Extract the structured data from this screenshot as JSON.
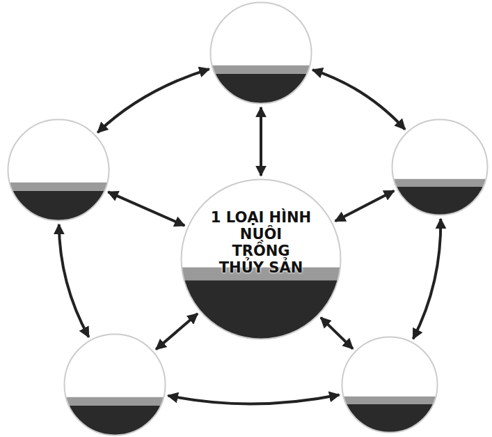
{
  "diagram": {
    "nodes": [
      {
        "text": [
          "1 LOẠI HÌNH NUÔI TRỒNG THỦY SẢN"
        ]
      },
      {
        "text": []
      },
      {
        "text": []
      },
      {
        "text": []
      },
      {
        "text": []
      },
      {
        "text": []
      }
    ],
    "edges": [
      {
        "from": 0,
        "to": 1,
        "arrow": "both"
      },
      {
        "from": 0,
        "to": 2,
        "arrow": "both"
      },
      {
        "from": 0,
        "to": 3,
        "arrow": "both"
      },
      {
        "from": 0,
        "to": 4,
        "arrow": "both"
      },
      {
        "from": 0,
        "to": 5,
        "arrow": "both"
      },
      {
        "from": 1,
        "to": 2,
        "arrow": "both"
      },
      {
        "from": 2,
        "to": 3,
        "arrow": "both"
      },
      {
        "from": 3,
        "to": 4,
        "arrow": "both"
      },
      {
        "from": 4,
        "to": 5,
        "arrow": "both"
      },
      {
        "from": 5,
        "to": 1,
        "arrow": "both"
      }
    ]
  }
}
